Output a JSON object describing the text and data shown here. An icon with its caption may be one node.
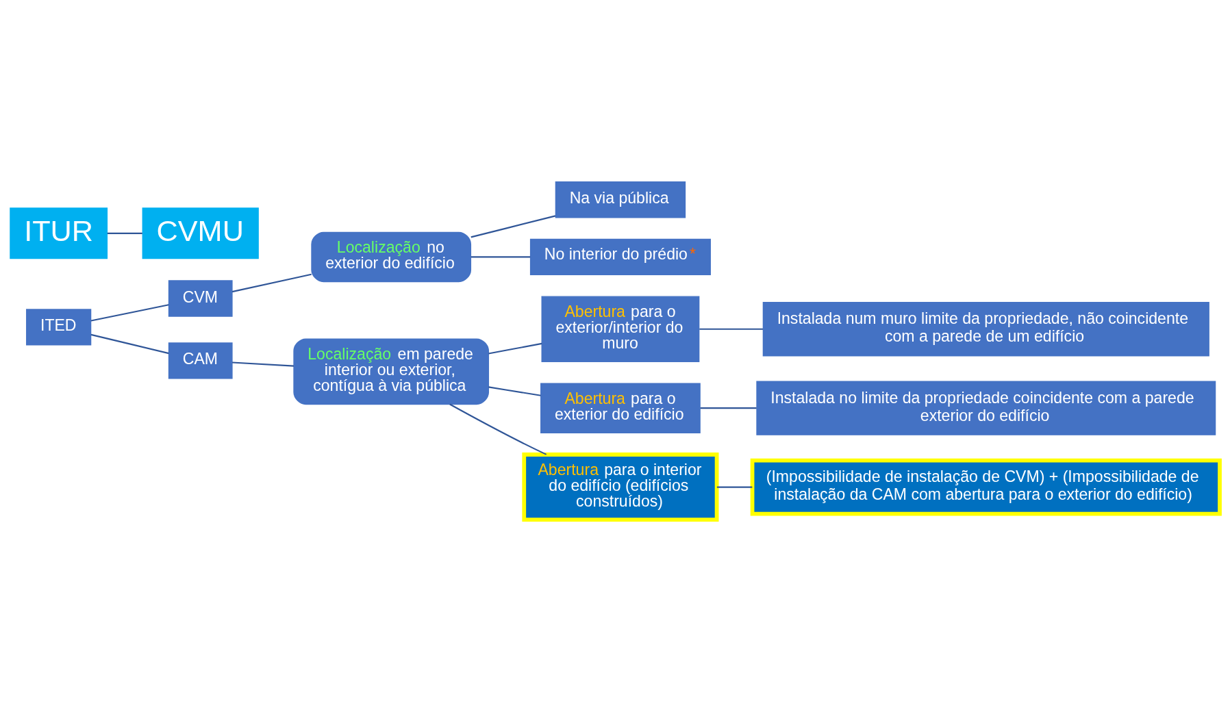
{
  "diagram": {
    "nodes": [
      {
        "text": [
          "ITED"
        ]
      },
      {
        "text": [
          "CVM"
        ]
      },
      {
        "text": [
          "CAM"
        ]
      },
      {
        "text": [
          "Localização no exterior do edifício"
        ]
      },
      {
        "text": [
          "Na via pública"
        ]
      },
      {
        "text": [
          "No interior do prédio*"
        ]
      },
      {
        "text": [
          "Localização em parede interior ou exterior, contígua à via pública"
        ]
      },
      {
        "text": [
          "Abertura para o exterior/interior do muro"
        ]
      },
      {
        "text": [
          "Instalada num muro limite da propriedade, não coincidente com a parede de um edifício"
        ]
      },
      {
        "text": [
          "Abertura para o exterior do edifício"
        ]
      },
      {
        "text": [
          "Instalada no limite da propriedade coincidente com a parede exterior do edifício"
        ]
      },
      {
        "text": [
          "Abertura para o interior do edifício (edifícios construídos)"
        ]
      },
      {
        "text": [
          "(Impossibilidade de instalação de CVM) + (Impossibilidade de instalação da CAM com abertura para o exterior do edifício)"
        ]
      },
      {
        "text": [
          "ITUR"
        ]
      },
      {
        "text": [
          "CVMU"
        ]
      }
    ],
    "edges": [
      {
        "from": 0,
        "to": 1,
        "arrow": "none"
      },
      {
        "from": 0,
        "to": 2,
        "arrow": "none"
      },
      {
        "from": 1,
        "to": 3,
        "arrow": "none"
      },
      {
        "from": 3,
        "to": 4,
        "arrow": "none"
      },
      {
        "from": 3,
        "to": 5,
        "arrow": "none"
      },
      {
        "from": 2,
        "to": 6,
        "arrow": "none"
      },
      {
        "from": 6,
        "to": 7,
        "arrow": "none"
      },
      {
        "from": 6,
        "to": 9,
        "arrow": "none"
      },
      {
        "from": 6,
        "to": 11,
        "arrow": "none"
      },
      {
        "from": 7,
        "to": 8,
        "arrow": "none"
      },
      {
        "from": 9,
        "to": 10,
        "arrow": "none"
      },
      {
        "from": 11,
        "to": 12,
        "arrow": "none"
      },
      {
        "from": 13,
        "to": 14,
        "arrow": "none"
      }
    ]
  }
}
